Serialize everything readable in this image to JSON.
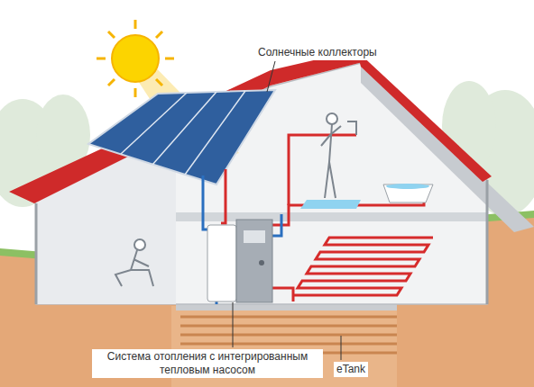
{
  "diagram": {
    "labels": [
      "Солнечные коллекторы",
      "Система отопления с интегрированным тепловым насосом",
      "eTank"
    ]
  }
}
